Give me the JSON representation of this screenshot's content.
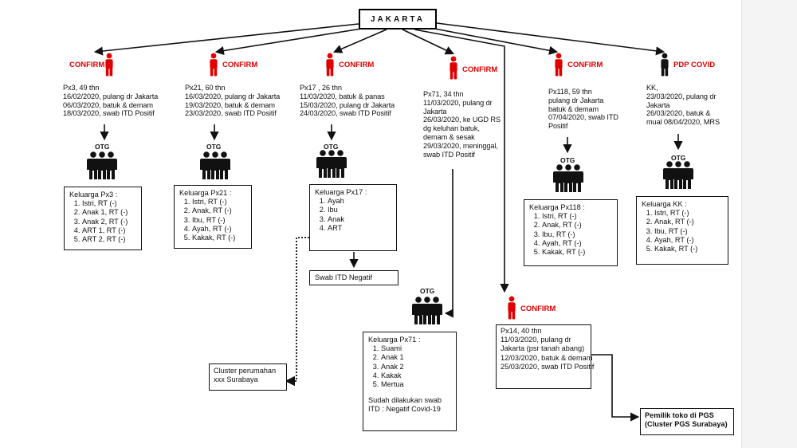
{
  "root": {
    "label": "JAKARTA"
  },
  "nodes": {
    "px3": {
      "status": "CONFIRM",
      "status_color": "#e00000",
      "details": [
        "Px3, 49 thn",
        "16/02/2020, pulang dr Jakarta",
        "06/03/2020, batuk & demam",
        "18/03/2020, swab ITD Positif"
      ],
      "otg": "OTG",
      "family_title": "Keluarga Px3 :",
      "family": [
        "Istri, RT (-)",
        "Anak 1, RT (-)",
        "Anak 2, RT (-)",
        "ART 1, RT (-)",
        "ART 2, RT (-)"
      ]
    },
    "px21": {
      "status": "CONFIRM",
      "status_color": "#e00000",
      "details": [
        "Px21, 60 thn",
        "16/03/2020, pulang dr Jakarta",
        "19/03/2020, batuk & demam",
        "23/03/2020, swab ITD Positif"
      ],
      "otg": "OTG",
      "family_title": "Keluarga Px21 :",
      "family": [
        "Istri, RT (-)",
        "Anak, RT (-)",
        "Ibu, RT (-)",
        "Ayah, RT (-)",
        "Kakak, RT (-)"
      ]
    },
    "px17": {
      "status": "CONFIRM",
      "status_color": "#e00000",
      "details": [
        "Px17 , 26 thn",
        "11/03/2020, batuk & panas",
        "15/03/2020, pulang dr Jakarta",
        "24/03/2020, swab ITD Positif"
      ],
      "otg": "OTG",
      "family_title": "Keluarga Px17 :",
      "family": [
        "Ayah",
        "Ibu",
        "Anak",
        "ART"
      ],
      "result": "Swab ITD Negatif",
      "cluster": [
        "Cluster perumahan",
        "xxx Surabaya"
      ]
    },
    "px71": {
      "status": "CONFIRM",
      "status_color": "#e00000",
      "details": [
        "Px71, 34 thn",
        "11/03/2020, pulang dr",
        "Jakarta",
        "26/03/2020, ke UGD RS",
        "dg keluhan batuk,",
        "demam & sesak",
        "29/03/2020, meninggal,",
        "swab ITD Positif"
      ],
      "otg": "OTG",
      "family_title": "Keluarga Px71 :",
      "family": [
        "Suami",
        "Anak 1",
        "Anak 2",
        "Kakak",
        "Mertua"
      ],
      "note": [
        "Sudah dilakukan swab",
        "ITD : Negatif Covid-19"
      ]
    },
    "px118": {
      "status": "CONFIRM",
      "status_color": "#e00000",
      "details": [
        "Px118, 59 thn",
        "pulang dr Jakarta",
        "batuk & demam",
        "07/04/2020, swab ITD",
        "Positif"
      ],
      "otg": "OTG",
      "family_title": "Keluarga Px118 :",
      "family": [
        "Istri, RT (-)",
        "Anak, RT (-)",
        "Ibu, RT (-)",
        "Ayah, RT (-)",
        "Kakak, RT (-)"
      ]
    },
    "kk": {
      "status": "PDP COVID",
      "status_color": "#e00000",
      "details": [
        "KK,",
        "23/03/2020, pulang dr",
        "Jakarta",
        "26/03/2020, batuk &",
        "mual 08/04/2020, MRS"
      ],
      "otg": "OTG",
      "family_title": "Keluarga KK :",
      "family": [
        "Istri, RT (-)",
        "Anak, RT (-)",
        "Ibu, RT (-)",
        "Ayah, RT (-)",
        "Kakak, RT (-)"
      ]
    },
    "px14": {
      "status": "CONFIRM",
      "status_color": "#e00000",
      "details": [
        "Px14, 40 thn",
        "11/03/2020, pulang dr",
        "Jakarta (psr tanah abang)",
        "12/03/2020, batuk & demam",
        "25/03/2020, swab ITD Positif"
      ],
      "linked": [
        "Pemilik toko di PGS",
        "(Cluster PGS Surabaya)"
      ]
    }
  },
  "colors": {
    "confirm": "#e00000",
    "pdp": "#111111",
    "line": "#111111"
  },
  "icons": {
    "confirmed_person": "person-icon-red",
    "pdp_person": "person-icon-black",
    "otg_group": "people-group-icon"
  }
}
